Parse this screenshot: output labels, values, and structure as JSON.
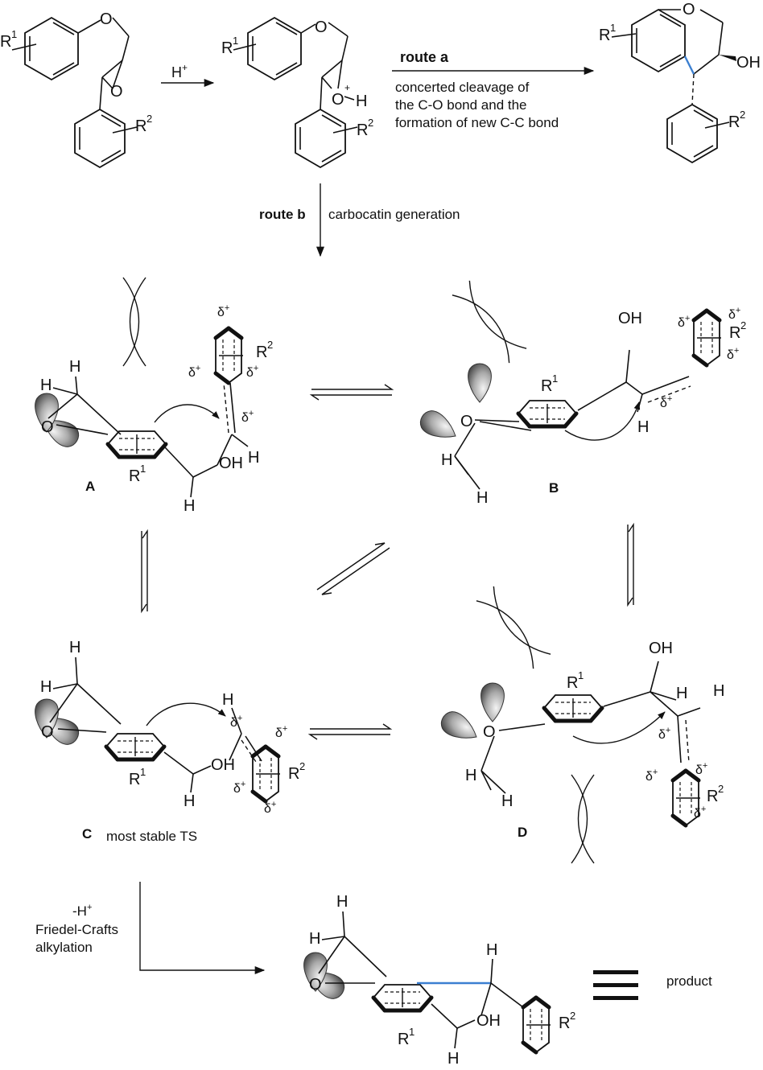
{
  "colors": {
    "ink": "#111111",
    "new_bond": "#3b7fd1",
    "lobe_dark": "#6b6b6b",
    "lobe_light": "#f2f2f2"
  },
  "labels": {
    "r1": "R",
    "r2": "R",
    "sup1": "1",
    "sup2": "2",
    "o": "O",
    "oh": "OH",
    "h": "H",
    "hplus": "H",
    "plus": "+",
    "delta": "δ"
  },
  "top": {
    "acid": "H+",
    "route_a": "route a",
    "route_a_desc": [
      "concerted cleavage of",
      "the C-O bond and the",
      "formation of new C-C bond"
    ],
    "route_b": "route b",
    "route_b_desc": "carbocatin generation"
  },
  "states": {
    "a": "A",
    "b": "B",
    "c": "C",
    "c_note": "most stable TS",
    "d": "D"
  },
  "bottom": {
    "step": [
      "-H+",
      "Friedel-Crafts",
      "alkylation"
    ],
    "equals": "≡",
    "product": "product"
  }
}
